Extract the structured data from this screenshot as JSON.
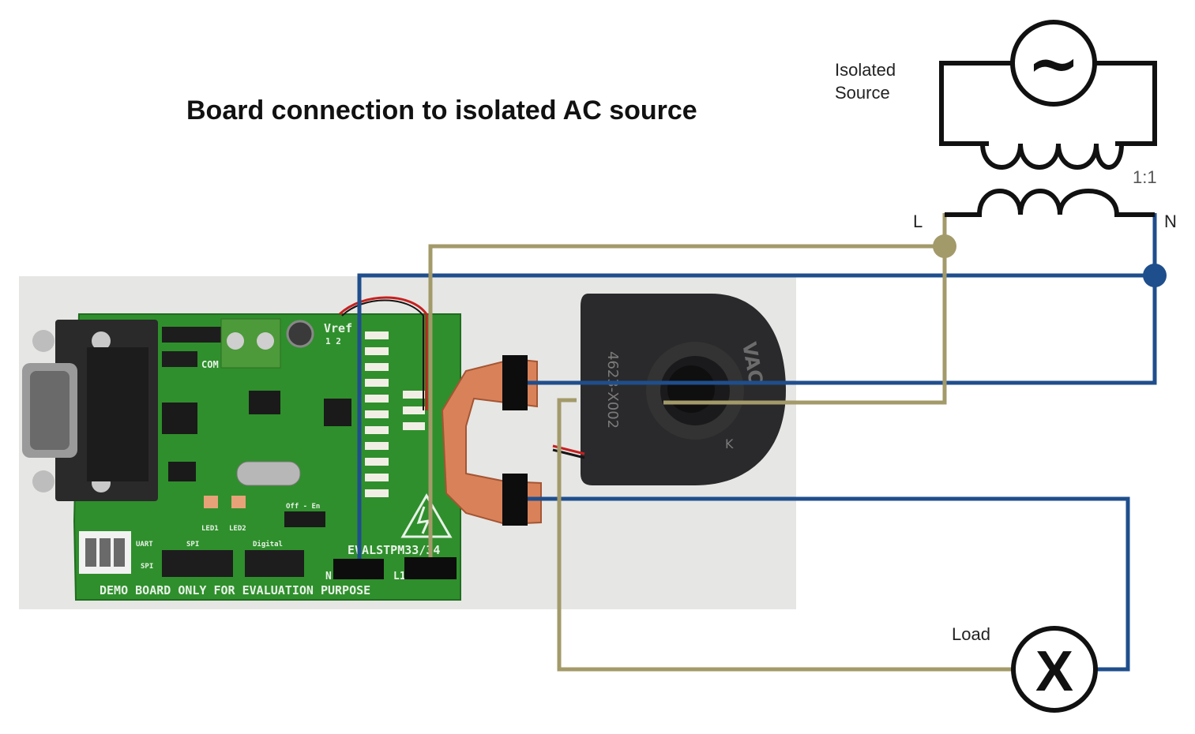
{
  "title": "Board connection to isolated AC source",
  "source": {
    "label_line1": "Isolated",
    "label_line2": "Source",
    "symbol": "~"
  },
  "transformer": {
    "ratio": "1:1"
  },
  "terminals": {
    "line": "L",
    "neutral": "N"
  },
  "load": {
    "label": "Load",
    "symbol": "X"
  },
  "board": {
    "silkscreen_bottom": "DEMO BOARD ONLY FOR EVALUATION PURPOSE",
    "silkscreen_name": "EVALSTPM33/34",
    "vref": "Vref",
    "vref_pins": "1 2",
    "led1": "LED1",
    "led2": "LED2",
    "uart": "UART",
    "spi": "SPI",
    "spi_mode": "SPI",
    "digital": "Digital",
    "com": "COM",
    "term_n": "N",
    "term_l": "L1",
    "sw_labels": "Off - En"
  },
  "sensor": {
    "marking": "4623-X002",
    "brand": "VAC",
    "terminal_k": "K"
  },
  "colors": {
    "line_wire": "#a39a6a",
    "neutral_wire": "#1f4e8c",
    "pcb": "#2d8b2d"
  }
}
